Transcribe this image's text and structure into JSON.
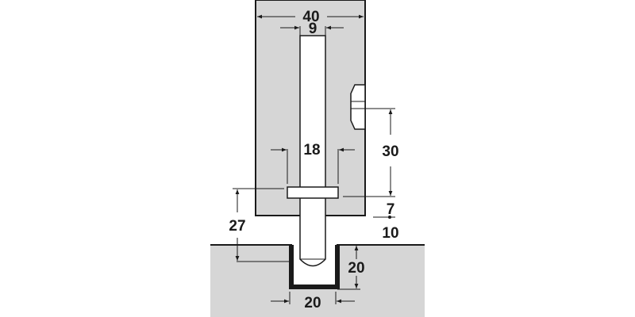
{
  "colors": {
    "fill": "#d6d6d6",
    "stroke": "#1a1a1a",
    "white": "#ffffff"
  },
  "dimensions": {
    "width_overall": "40",
    "pin_diameter": "9",
    "collar_diameter": "18",
    "fitting_height": "30",
    "gap_top": "7",
    "gap_bottom": "10",
    "pin_protrusion": "27",
    "hole_depth": "20",
    "hole_width": "20"
  }
}
